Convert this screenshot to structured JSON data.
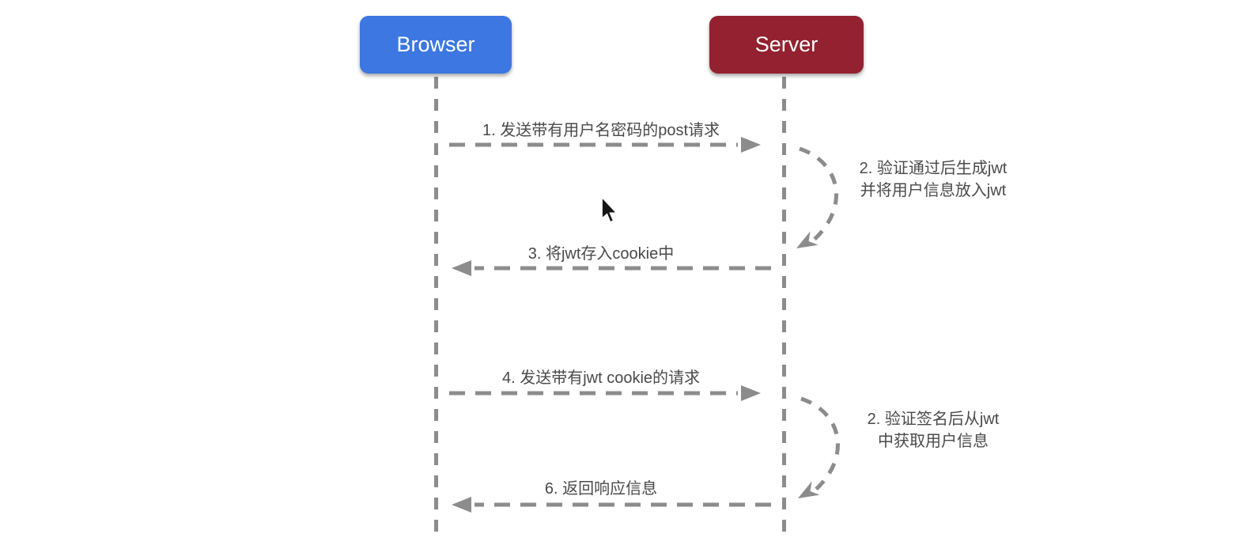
{
  "diagram": {
    "kind": "sequence-diagram",
    "topic": "JWT authentication flow",
    "actors": [
      {
        "id": "browser",
        "label": "Browser",
        "color": "#3c77e2"
      },
      {
        "id": "server",
        "label": "Server",
        "color": "#93212f"
      }
    ],
    "messages": [
      {
        "step": "1",
        "type": "arrow",
        "direction": "right",
        "from": "Browser",
        "to": "Server",
        "label": "1. 发送带有用户名密码的post请求"
      },
      {
        "step": "2",
        "type": "self-loop",
        "actor": "Server",
        "label_line1": "2. 验证通过后生成jwt",
        "label_line2": "并将用户信息放入jwt"
      },
      {
        "step": "3",
        "type": "arrow",
        "direction": "left",
        "from": "Server",
        "to": "Browser",
        "label": "3. 将jwt存入cookie中"
      },
      {
        "step": "4",
        "type": "arrow",
        "direction": "right",
        "from": "Browser",
        "to": "Server",
        "label": "4. 发送带有jwt cookie的请求"
      },
      {
        "step": "5",
        "type": "self-loop",
        "actor": "Server",
        "label_line1": "2. 验证签名后从jwt",
        "label_line2": "中获取用户信息"
      },
      {
        "step": "6",
        "type": "arrow",
        "direction": "left",
        "from": "Server",
        "to": "Browser",
        "label": "6. 返回响应信息"
      }
    ],
    "colors": {
      "background": "#ffffff",
      "line": "#8c8c8c",
      "label_text": "#4a4a4a",
      "browser_box": "#3c77e2",
      "server_box": "#93212f",
      "actor_text": "#ffffff"
    },
    "cursor": {
      "icon": "mouse-pointer-icon"
    }
  }
}
